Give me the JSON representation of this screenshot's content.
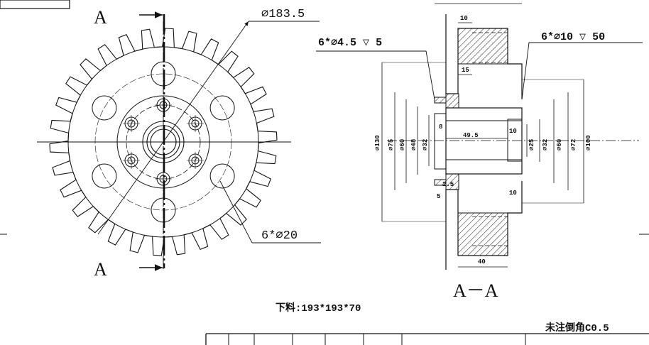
{
  "front_view": {
    "section_label_top": "A",
    "section_label_bottom": "A",
    "outer_diameter_label": "∅183.5",
    "hole_pattern_label": "6*∅20",
    "tooth_count": 30
  },
  "section_view": {
    "title": "A－A",
    "left_hole_label": "6*∅4.5 ▽ 5",
    "right_hole_label": "6*∅10 ▽ 50",
    "left_diameters": [
      "∅130",
      "∅75",
      "∅60",
      "∅48",
      "∅32"
    ],
    "right_diameters": [
      "∅25",
      "∅32",
      "∅60",
      "∅72",
      "∅100"
    ],
    "dims": {
      "top_10": "10",
      "d15": "15",
      "d8": "8",
      "d49_5": "49.5",
      "d10_mid": "10",
      "d2_5": "2.5",
      "d5": "5",
      "d10_low": "10",
      "d40": "40"
    }
  },
  "notes": {
    "stock_size": "下料:193*193*70",
    "chamfer_note": "未注倒角C0.5"
  }
}
